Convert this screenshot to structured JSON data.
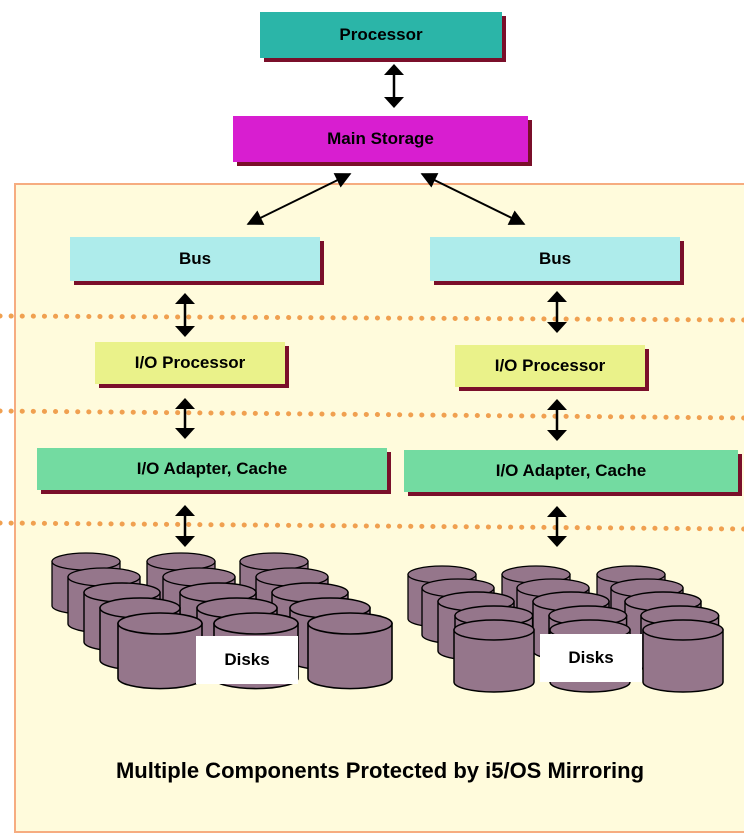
{
  "diagram": {
    "processor_label": "Processor",
    "main_storage_label": "Main Storage",
    "left_path": {
      "bus_label": "Bus",
      "iop_label": "I/O Processor",
      "adapter_label": "I/O Adapter, Cache",
      "disks_label": "Disks"
    },
    "right_path": {
      "bus_label": "Bus",
      "iop_label": "I/O Processor",
      "adapter_label": "I/O Adapter, Cache",
      "disks_label": "Disks"
    },
    "caption": "Multiple Components Protected by i5/OS Mirroring"
  },
  "colors": {
    "processor": "#2bb5a8",
    "main_storage": "#d81ed0",
    "bus": "#aeeceb",
    "iop": "#eaf28a",
    "adapter": "#73dba1",
    "disk": "#95768b",
    "dotted_line": "#f0a050",
    "region_fill": "#fffbdc",
    "region_border": "#f6ac80",
    "shadow": "#7a0f2a"
  }
}
